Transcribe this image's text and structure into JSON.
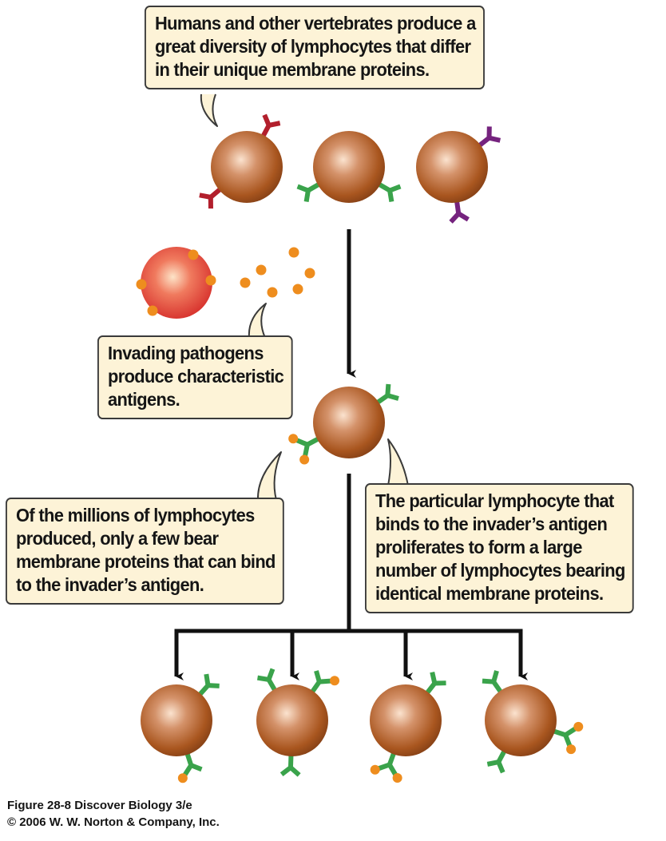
{
  "callouts": {
    "diversity": [
      "Humans and other vertebrates produce a",
      "great diversity of lymphocytes that differ",
      "in their unique membrane proteins."
    ],
    "pathogens": [
      "Invading pathogens",
      "produce characteristic",
      "antigens."
    ],
    "selection": [
      "Of the millions of lymphocytes",
      "produced, only a few bear",
      "membrane proteins that can bind",
      "to the invader’s antigen."
    ],
    "proliferation": [
      "The particular lymphocyte that",
      "binds to the invader’s antigen",
      "proliferates to form a large",
      "number of lymphocytes bearing",
      "identical membrane proteins."
    ]
  },
  "caption": [
    "Figure 28-8  Discover Biology 3/e",
    "© 2006 W. W. Norton & Company, Inc."
  ],
  "colors": {
    "cell": "#b5652f",
    "pathogen": "#e23c32",
    "antigen": "#ee8d1e",
    "receptor_red": "#b21f2c",
    "receptor_green": "#3aa34b",
    "receptor_purple": "#75237e",
    "callout_fill": "#fdf3d7",
    "arrow": "#111111"
  }
}
